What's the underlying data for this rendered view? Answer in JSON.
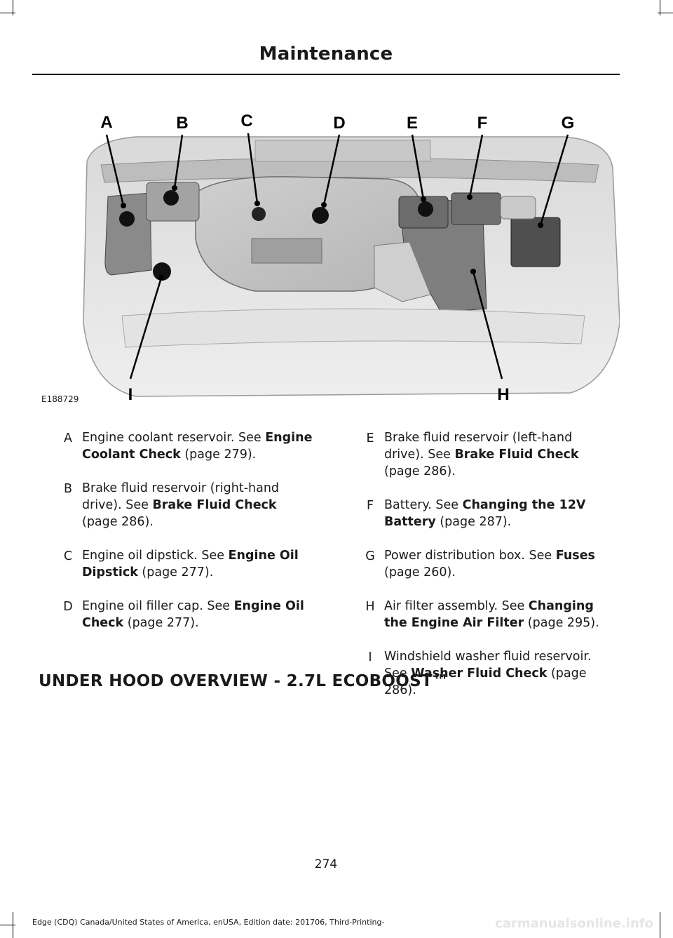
{
  "header": {
    "title": "Maintenance"
  },
  "figure": {
    "id": "E188729",
    "callouts": [
      "A",
      "B",
      "C",
      "D",
      "E",
      "F",
      "G",
      "H",
      "I"
    ]
  },
  "items": [
    {
      "letter": "A",
      "text": "Engine coolant reservoir. See ",
      "link": "Engine Coolant Check",
      "page": " (page 279)."
    },
    {
      "letter": "B",
      "text": "Brake fluid reservoir (right-hand drive). See ",
      "link": "Brake Fluid Check",
      "page": " (page 286)."
    },
    {
      "letter": "C",
      "text": "Engine oil dipstick. See ",
      "link": "Engine Oil Dipstick",
      "page": " (page 277)."
    },
    {
      "letter": "D",
      "text": "Engine oil filler cap. See ",
      "link": "Engine Oil Check",
      "page": " (page 277)."
    },
    {
      "letter": "E",
      "text": "Brake fluid reservoir (left-hand drive). See ",
      "link": "Brake Fluid Check",
      "page": " (page 286)."
    },
    {
      "letter": "F",
      "text": "Battery. See ",
      "link": "Changing the 12V Battery",
      "page": " (page 287)."
    },
    {
      "letter": "G",
      "text": "Power distribution box. See ",
      "link": "Fuses",
      "page": " (page 260)."
    },
    {
      "letter": "H",
      "text": "Air filter assembly. See ",
      "link": "Changing the Engine Air Filter",
      "page": " (page 295)."
    },
    {
      "letter": "I",
      "text": "Windshield washer fluid reservoir. See ",
      "link": "Washer Fluid Check",
      "page": " (page 286)."
    }
  ],
  "section_heading": "UNDER HOOD OVERVIEW - 2.7L ECOBOOST™",
  "page_number": "274",
  "footer": "Edge (CDQ) Canada/United States of America, enUSA, Edition date: 201706, Third-Printing-",
  "watermark": "carmanualsonline.info"
}
